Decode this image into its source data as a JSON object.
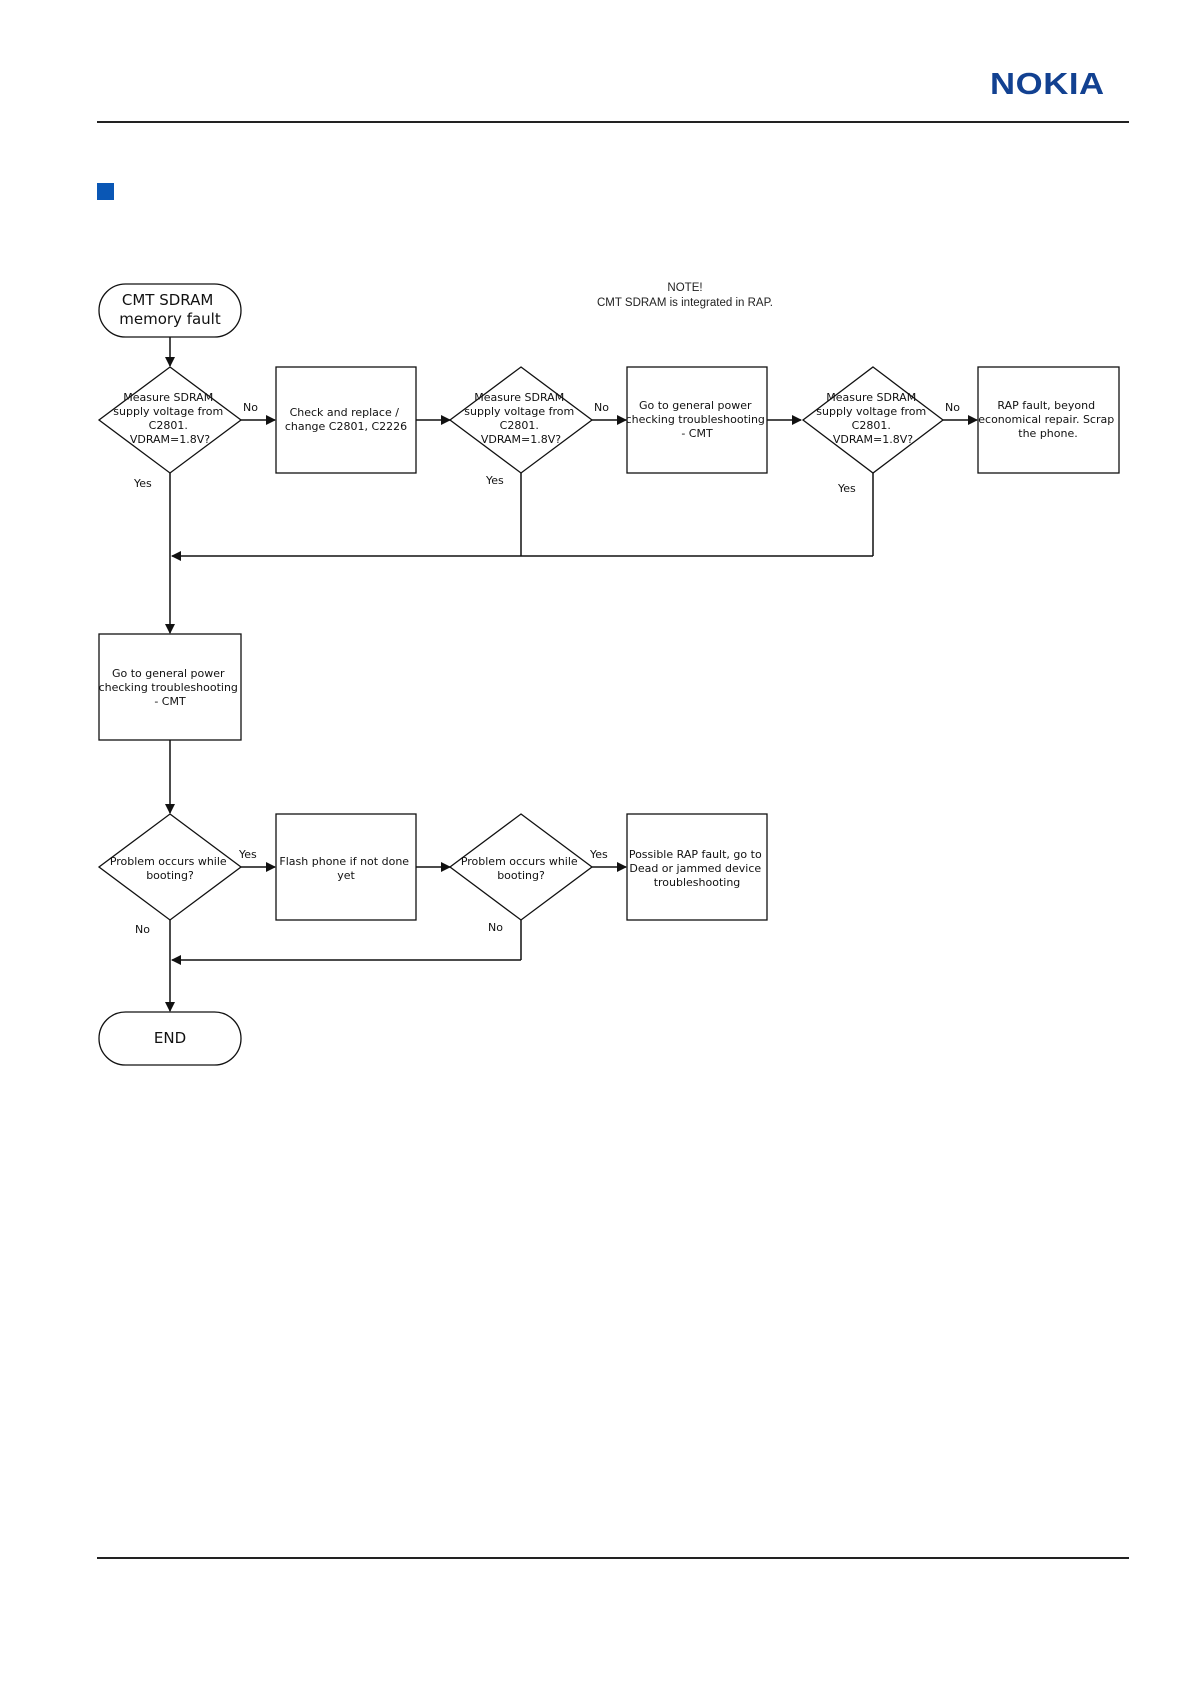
{
  "header": {
    "logo_text": "NOKIA",
    "brand_color": "#124191",
    "bullet_color": "#0a57b5"
  },
  "note": {
    "title": "NOTE!",
    "text": "CMT SDRAM is integrated in RAP."
  },
  "nodes": {
    "start": [
      "CMT SDRAM",
      "memory fault"
    ],
    "measure1": [
      "Measure SDRAM",
      "supply voltage from",
      "C2801.",
      "VDRAM=1.8V?"
    ],
    "check_replace": [
      "Check and replace /",
      "change C2801, C2226"
    ],
    "measure2": [
      "Measure SDRAM",
      "supply voltage from",
      "C2801.",
      "VDRAM=1.8V?"
    ],
    "power_check1": [
      "Go to general power",
      "checking troubleshooting",
      "- CMT"
    ],
    "measure3": [
      "Measure SDRAM",
      "supply voltage from",
      "C2801.",
      "VDRAM=1.8V?"
    ],
    "rap_fault": [
      "RAP fault, beyond",
      "economical repair. Scrap",
      "the phone."
    ],
    "power_check2": [
      "Go to general power",
      "checking troubleshooting",
      "- CMT"
    ],
    "booting1": [
      "Problem occurs while",
      "booting?"
    ],
    "flash": [
      "Flash phone if not done",
      "yet"
    ],
    "booting2": [
      "Problem occurs while",
      "booting?"
    ],
    "possible_rap": [
      "Possible RAP fault, go to",
      "Dead or jammed device",
      "troubleshooting"
    ],
    "end": [
      "END"
    ]
  },
  "labels": {
    "yes": "Yes",
    "no": "No"
  }
}
